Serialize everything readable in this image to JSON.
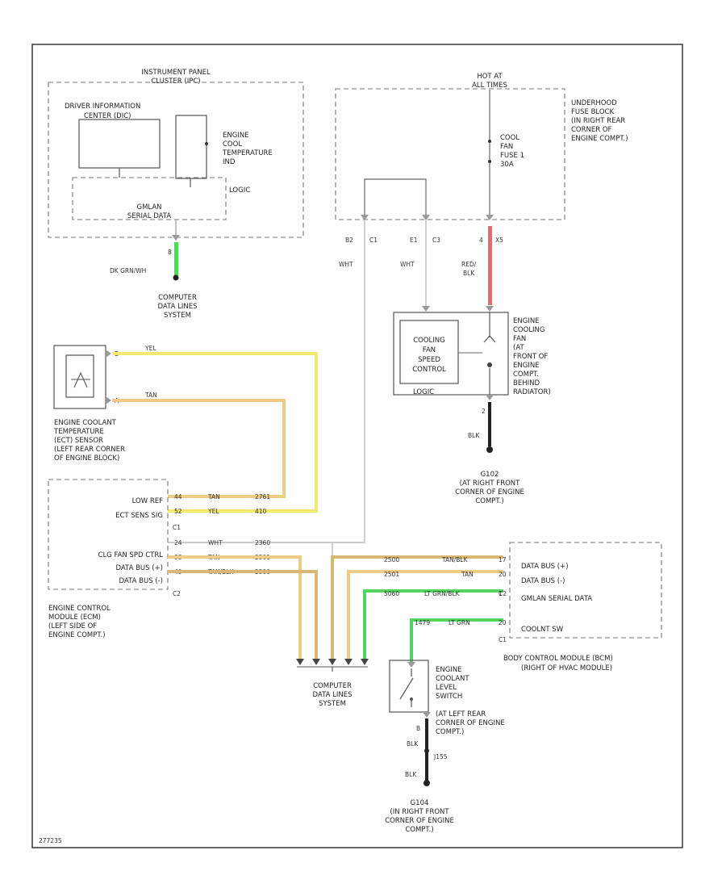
{
  "figure_code": "277235",
  "instrument_panel": {
    "title1": "INSTRUMENT PANEL",
    "title2": "CLUSTER (IPC)",
    "dic1": "DRIVER INFORMATION",
    "dic2": "CENTER (DIC)",
    "ect1": "ENGINE",
    "ect2": "COOL",
    "ect3": "TEMPERATURE",
    "ect4": "IND",
    "logic": "LOGIC",
    "serial1": "GMLAN",
    "serial2": "SERIAL DATA",
    "pin": "8",
    "wire": "DK GRN/WH"
  },
  "cdls_top": {
    "l1": "COMPUTER",
    "l2": "DATA LINES",
    "l3": "SYSTEM"
  },
  "fuse_block": {
    "hot1": "HOT AT",
    "hot2": "ALL TIMES",
    "l1": "UNDERHOOD",
    "l2": "FUSE BLOCK",
    "l3": "(IN RIGHT REAR",
    "l4": "CORNER OF",
    "l5": "ENGINE COMPT.)",
    "fuse1": "COOL",
    "fuse2": "FAN",
    "fuse3": "FUSE 1",
    "fuse4": "30A",
    "pin_b2": "B2",
    "conn_b2": "C1",
    "pin_e1": "E1",
    "conn_e1": "C3",
    "pin_4": "4",
    "conn_4": "X5"
  },
  "wires": {
    "wht1": "WHT",
    "wht2": "WHT",
    "red1": "RED/",
    "red2": "BLK",
    "yel": "YEL",
    "tan": "TAN",
    "blk1": "BLK",
    "blk2": "BLK",
    "blk3": "BLK",
    "pin2": "2",
    "pin_b": "B"
  },
  "fan": {
    "spd1": "COOLING",
    "spd2": "FAN",
    "spd3": "SPEED",
    "spd4": "CONTROL",
    "logic": "LOGIC",
    "l1": "ENGINE",
    "l2": "COOLING",
    "l3": "FAN",
    "l4": "(AT",
    "l5": "FRONT OF",
    "l6": "ENGINE",
    "l7": "COMPT.",
    "l8": "BEHIND",
    "l9": "RADIATOR)"
  },
  "ground_g102": {
    "l1": "G102",
    "l2": "(AT RIGHT FRONT",
    "l3": "CORNER OF ENGINE",
    "l4": "COMPT.)"
  },
  "ect_sensor": {
    "pin_b": "B",
    "pin_a": "A",
    "l1": "ENGINE COOLANT",
    "l2": "TEMPERATURE",
    "l3": "(ECT) SENSOR",
    "l4": "(LEFT REAR CORNER",
    "l5": "OF ENGINE BLOCK)"
  },
  "ecm": {
    "low_ref": "LOW REF",
    "ect_sens": "ECT SENS SIG",
    "c1": "C1",
    "fan_ctrl": "CLG FAN SPD CTRL",
    "bus_plus": "DATA BUS (+)",
    "bus_minus": "DATA BUS (-)",
    "c2": "C2",
    "p1_pin": "44",
    "p1_wire": "TAN",
    "p1_circ": "2761",
    "p2_pin": "52",
    "p2_wire": "YEL",
    "p2_circ": "410",
    "p3_pin": "24",
    "p3_wire": "WHT",
    "p3_circ": "2360",
    "p4_pin": "33",
    "p4_wire": "TAN",
    "p4_circ": "2501",
    "p5_pin": "49",
    "p5_wire": "TAN/BLK",
    "p5_circ": "2500",
    "l1": "ENGINE CONTROL",
    "l2": "MODULE (ECM)",
    "l3": "(LEFT SIDE OF",
    "l4": "ENGINE COMPT.)"
  },
  "bcm": {
    "bus_plus": "DATA BUS (+)",
    "bus_minus": "DATA BUS (-)",
    "c2": "C2",
    "gmlan": "GMLAN SERIAL DATA",
    "coolant_sw": "COOLNT SW",
    "c1": "C1",
    "r1_circ": "2500",
    "r1_wire": "TAN/BLK",
    "r1_pin": "17",
    "r2_circ": "2501",
    "r2_wire": "TAN",
    "r2_pin": "20",
    "r3_circ": "5060",
    "r3_wire": "LT GRN/BLK",
    "r3_pin": "1",
    "r4_circ": "1479",
    "r4_wire": "LT GRN",
    "r4_pin": "20",
    "l1": "BODY CONTROL MODULE (BCM)",
    "l2": "(RIGHT OF HVAC MODULE)"
  },
  "cdls_bottom": {
    "l1": "COMPUTER",
    "l2": "DATA LINES",
    "l3": "SYSTEM"
  },
  "coolant_switch": {
    "l1": "ENGINE",
    "l2": "COOLANT",
    "l3": "LEVEL",
    "l4": "SWITCH",
    "l5": "(AT LEFT REAR",
    "l6": "CORNER OF ENGINE",
    "l7": "COMPT.)",
    "splice": "J155"
  },
  "ground_g104": {
    "l1": "G104",
    "l2": "(IN RIGHT FRONT",
    "l3": "CORNER OF ENGINE",
    "l4": "COMPT.)"
  },
  "colors": {
    "yellow": "#f2ea6e",
    "tan": "#efcc86",
    "tan_blk": "#d9b774",
    "green": "#55d45f",
    "red": "#e86a6a",
    "white": "#cfcfcf",
    "black": "#222222"
  }
}
